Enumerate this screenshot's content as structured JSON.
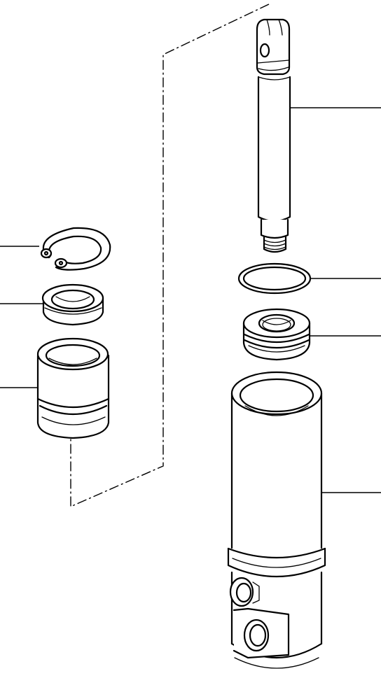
{
  "figure": {
    "parts": [
      {
        "name": "piston-rod",
        "icon": "rod-icon"
      },
      {
        "name": "o-ring",
        "icon": "ring-icon"
      },
      {
        "name": "piston",
        "icon": "piston-icon"
      },
      {
        "name": "cylinder-barrel",
        "icon": "cylinder-icon"
      },
      {
        "name": "snap-ring",
        "icon": "snap-ring-icon"
      },
      {
        "name": "rod-seal",
        "icon": "seal-icon"
      },
      {
        "name": "bushing",
        "icon": "bushing-icon"
      }
    ],
    "line_color": "#000000",
    "background": "#ffffff"
  }
}
